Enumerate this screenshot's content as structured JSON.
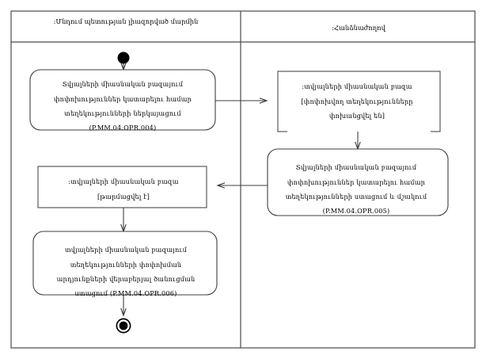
{
  "diagram": {
    "type": "uml-activity-diagram",
    "colors": {
      "stroke": "#3f3f3f",
      "fill": "#ffffff",
      "text": "#000000",
      "node_marker": "#000000"
    },
    "lanes": [
      {
        "id": "left",
        "title": ":Մնդում պետության լիազորված մարմին"
      },
      {
        "id": "right",
        "title": ":Հանձնաժողով"
      }
    ],
    "nodes": {
      "start": {
        "kind": "initial-node"
      },
      "activity_004": {
        "kind": "activity",
        "lines": [
          "Տվյալների միասնական բազայում",
          "փոփոխություններ կատարելու համար",
          "տեղեկությունների ներկայացում",
          "(P.MM.04.OPR.004)"
        ],
        "code": "P.MM.04.OPR.004"
      },
      "object_transferred": {
        "kind": "object-node",
        "lines": [
          ":տվյալների միասնական բազա",
          "[փոփոխվող տեղեկությունները",
          "փոխանցվել են]"
        ]
      },
      "activity_005": {
        "kind": "activity",
        "lines": [
          "Տվյալների միասնական բազայում",
          "փոփոխություններ կատարելու համար",
          "տեղեկությունների ստացում և մշակում",
          "(P.MM.04.OPR.005)"
        ],
        "code": "P.MM.04.OPR.005"
      },
      "object_updated": {
        "kind": "object-node",
        "lines": [
          ":տվյալների միասնական բազա",
          "[թարմացվել է]"
        ]
      },
      "activity_006": {
        "kind": "activity",
        "lines": [
          "տվյալների միասնական բազայում",
          "տեղեկությունների փոփոխման",
          "արդյունքների վերաբերյալ ծանուցման",
          "ստացում (P.MM.04.OPR.006)"
        ],
        "code": "P.MM.04.OPR.006"
      },
      "end": {
        "kind": "final-node"
      }
    },
    "flows": [
      {
        "from": "start",
        "to": "activity_004",
        "direction": "down"
      },
      {
        "from": "activity_004",
        "to": "object_transferred",
        "direction": "right"
      },
      {
        "from": "object_transferred",
        "to": "activity_005",
        "direction": "down"
      },
      {
        "from": "activity_005",
        "to": "object_updated",
        "direction": "left"
      },
      {
        "from": "object_updated",
        "to": "activity_006",
        "direction": "down"
      },
      {
        "from": "activity_006",
        "to": "end",
        "direction": "down"
      }
    ]
  }
}
